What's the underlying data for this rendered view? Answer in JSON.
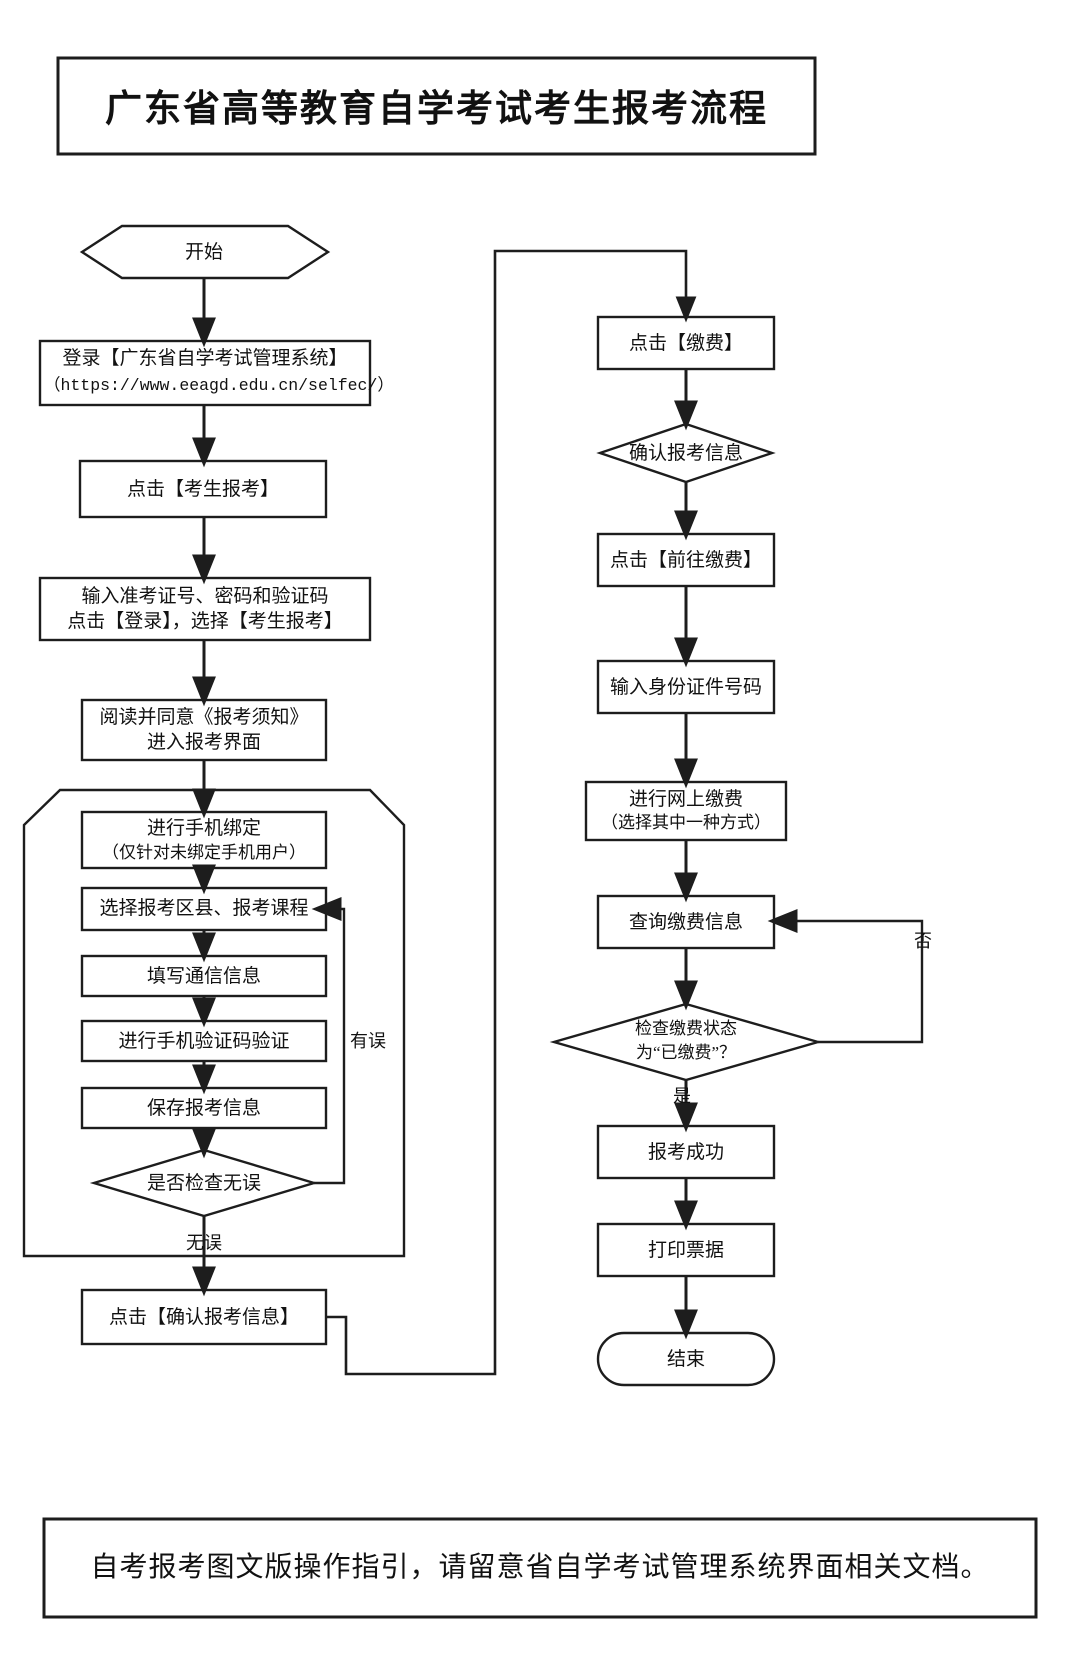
{
  "document": {
    "title": "广东省高等教育自学考试考生报考流程",
    "footer_note": "自考报考图文版操作指引，请留意省自学考试管理系统界面相关文档。"
  },
  "flowchart": {
    "left_column": {
      "start": {
        "label": "开始",
        "shape": "hexagon"
      },
      "login": {
        "line1": "登录【广东省自学考试管理系统】",
        "line2": "（https://www.eeagd.edu.cn/selfec/）",
        "shape": "rect"
      },
      "click_apply": {
        "label": "点击【考生报考】",
        "shape": "rect"
      },
      "enter_credentials": {
        "line1": "输入准考证号、密码和验证码",
        "line2": "点击【登录】，选择【考生报考】",
        "shape": "rect"
      },
      "read_notice": {
        "line1": "阅读并同意《报考须知》",
        "line2": "进入报考界面",
        "shape": "rect"
      },
      "bind_phone": {
        "line1": "进行手机绑定",
        "line2": "（仅针对未绑定手机用户）",
        "shape": "rect"
      },
      "select_course": {
        "label": "选择报考区县、报考课程",
        "shape": "rect"
      },
      "fill_contact": {
        "label": "填写通信信息",
        "shape": "rect"
      },
      "verify_sms": {
        "label": "进行手机验证码验证",
        "shape": "rect"
      },
      "save_info": {
        "label": "保存报考信息",
        "shape": "rect"
      },
      "check_decision": {
        "label": "是否检查无误",
        "shape": "diamond"
      },
      "confirm_info": {
        "label": "点击【确认报考信息】",
        "shape": "rect"
      },
      "edge_labels": {
        "error": "有误",
        "no_error": "无误"
      }
    },
    "right_column": {
      "click_pay": {
        "label": "点击【缴费】",
        "shape": "rect"
      },
      "confirm_apply_info": {
        "label": "确认报考信息",
        "shape": "diamond"
      },
      "click_goto_pay": {
        "label": "点击【前往缴费】",
        "shape": "rect"
      },
      "enter_id": {
        "label": "输入身份证件号码",
        "shape": "rect"
      },
      "online_pay": {
        "line1": "进行网上缴费",
        "line2": "（选择其中一种方式）",
        "shape": "rect"
      },
      "query_payment": {
        "label": "查询缴费信息",
        "shape": "rect"
      },
      "payment_status_decision": {
        "line1": "检查缴费状态",
        "line2": "为“已缴费”？",
        "shape": "diamond"
      },
      "apply_success": {
        "label": "报考成功",
        "shape": "rect"
      },
      "print_receipt": {
        "label": "打印票据",
        "shape": "rect"
      },
      "end": {
        "label": "结束",
        "shape": "rounded"
      },
      "edge_labels": {
        "no": "否",
        "yes": "是"
      }
    }
  },
  "colors": {
    "stroke": "#1d1d1d",
    "fill": "#ffffff",
    "text": "#111111",
    "background": "#ffffff"
  }
}
